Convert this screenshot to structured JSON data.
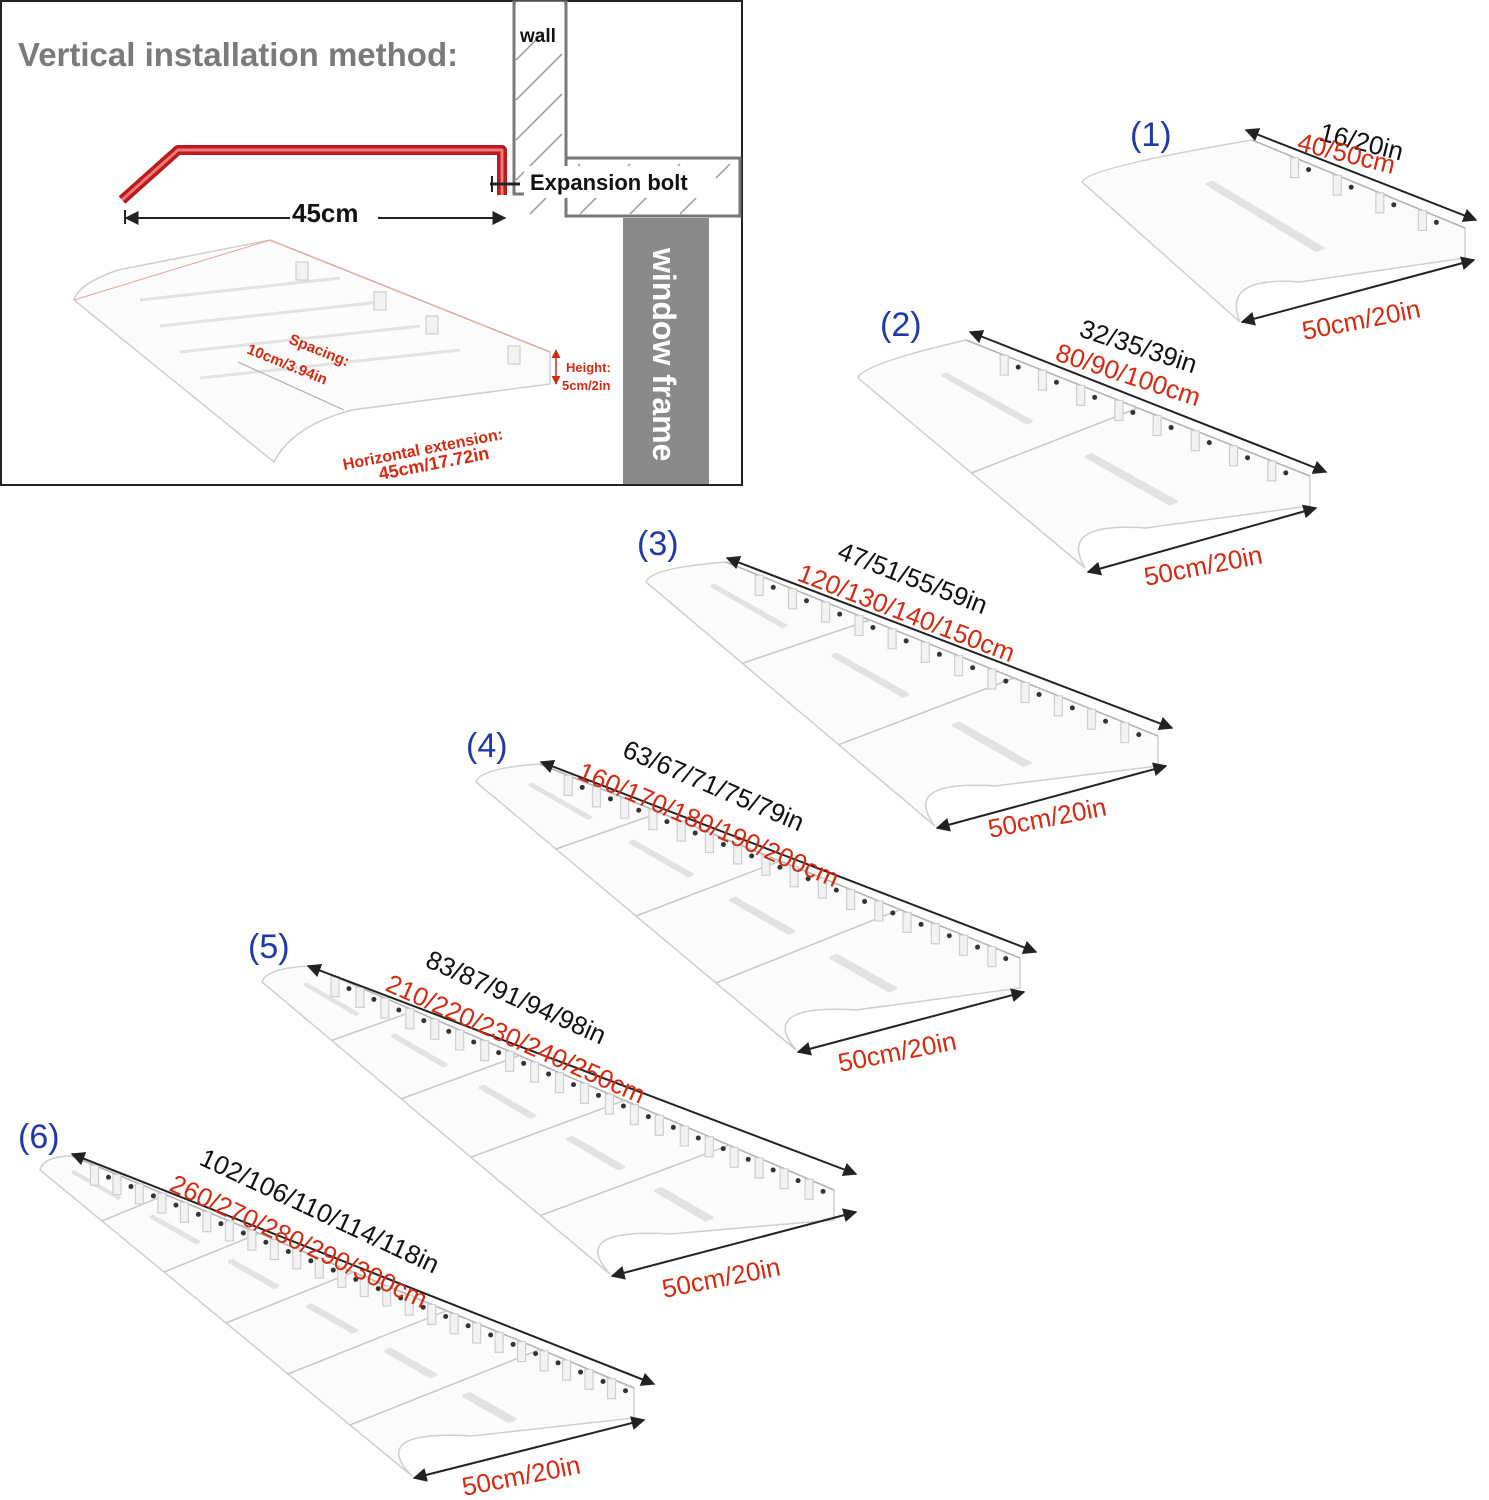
{
  "install": {
    "title": "Vertical installation method:",
    "wall": "wall",
    "expansion_bolt": "Expansion bolt",
    "depth": "45cm",
    "window_frame": "window frame",
    "spacing_1": "Spacing:",
    "spacing_2": "10cm/3.94in",
    "height_1": "Height:",
    "height_2": "5cm/2in",
    "ext_1": "Horizontal extension:",
    "ext_2": "45cm/17.72in"
  },
  "variants": [
    {
      "index": "(1)",
      "length_in": "16/20in",
      "length_cm": "40/50cm",
      "depth": "50cm/20in",
      "segments": 1
    },
    {
      "index": "(2)",
      "length_in": "32/35/39in",
      "length_cm": "80/90/100cm",
      "depth": "50cm/20in",
      "segments": 2
    },
    {
      "index": "(3)",
      "length_in": "47/51/55/59in",
      "length_cm": "120/130/140/150cm",
      "depth": "50cm/20in",
      "segments": 3
    },
    {
      "index": "(4)",
      "length_in": "63/67/71/75/79in",
      "length_cm": "160/170/180/190/200cm",
      "depth": "50cm/20in",
      "segments": 4
    },
    {
      "index": "(5)",
      "length_in": "83/87/91/94/98in",
      "length_cm": "210/220/230/240/250cm",
      "depth": "50cm/20in",
      "segments": 5
    },
    {
      "index": "(6)",
      "length_in": "102/106/110/114/118in",
      "length_cm": "260/270/280/290/300cm",
      "depth": "50cm/20in",
      "segments": 6
    }
  ],
  "colors": {
    "label_blue": "#1f3aa8",
    "metric_red": "#d42a12",
    "frame_gray": "#8a8a8a"
  }
}
